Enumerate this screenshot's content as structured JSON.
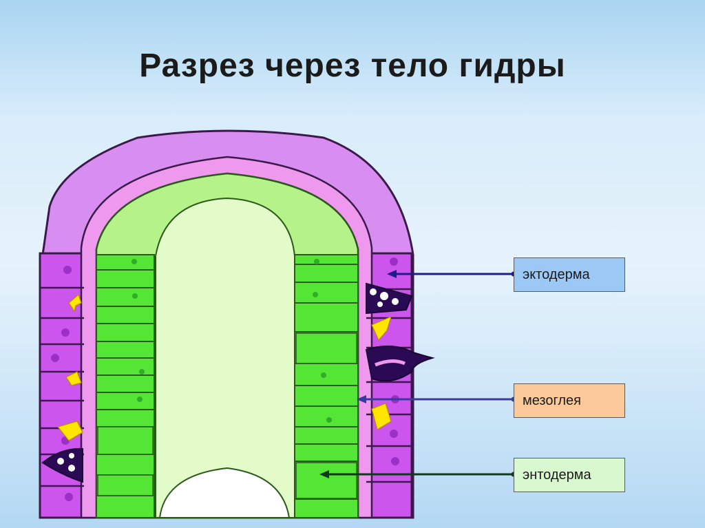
{
  "title": "Разрез через тело гидры",
  "labels": {
    "ectoderm": "эктодерма",
    "mesoglea": "мезоглея",
    "endoderm": "энтодерма"
  },
  "colors": {
    "ectoderm": "#cc55ee",
    "ectoderm_outer": "#d88ef0",
    "mesoglea": "#ee99ee",
    "endoderm": "#55e535",
    "endoderm_light": "#b5f28a",
    "cavity": "#e2fbc8",
    "ectoderm_box": "#9cc8f5",
    "mesoglea_box": "#fbc99a",
    "endoderm_box": "#d9f8cf",
    "pointer_ecto": "#1c1c8c",
    "pointer_meso": "#3a3a9a",
    "pointer_endo": "#0f3a1a",
    "nerve_cell": "#ffe600",
    "stinging_cell": "#2a0a55"
  }
}
